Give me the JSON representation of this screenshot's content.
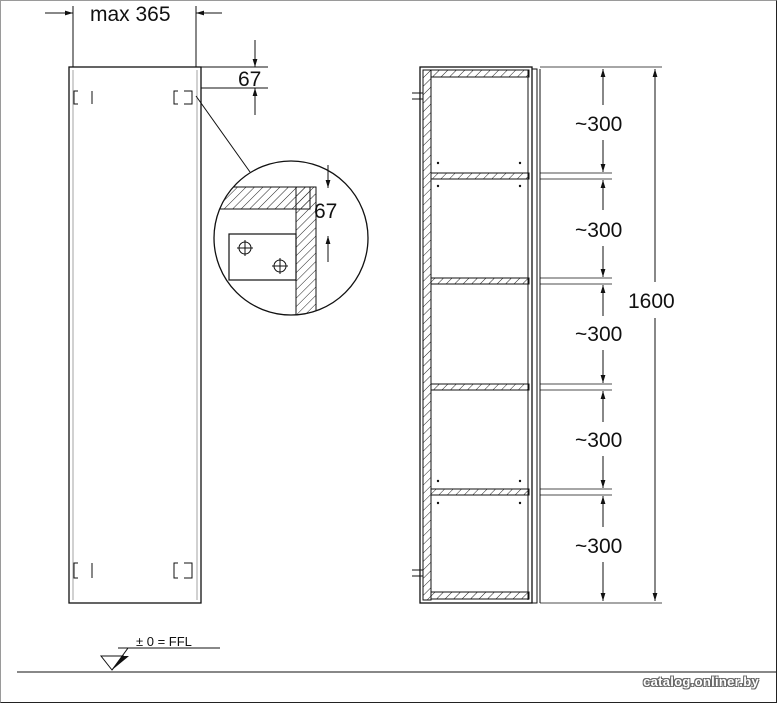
{
  "dimensions": {
    "width_max": "max 365",
    "offset": "67",
    "detail_offset": "67",
    "total_height": "1600",
    "shelf_spacings": [
      "~300",
      "~300",
      "~300",
      "~300",
      "~300"
    ]
  },
  "floor_level": "± 0 = FFL",
  "watermark": "catalog.onliner.by"
}
